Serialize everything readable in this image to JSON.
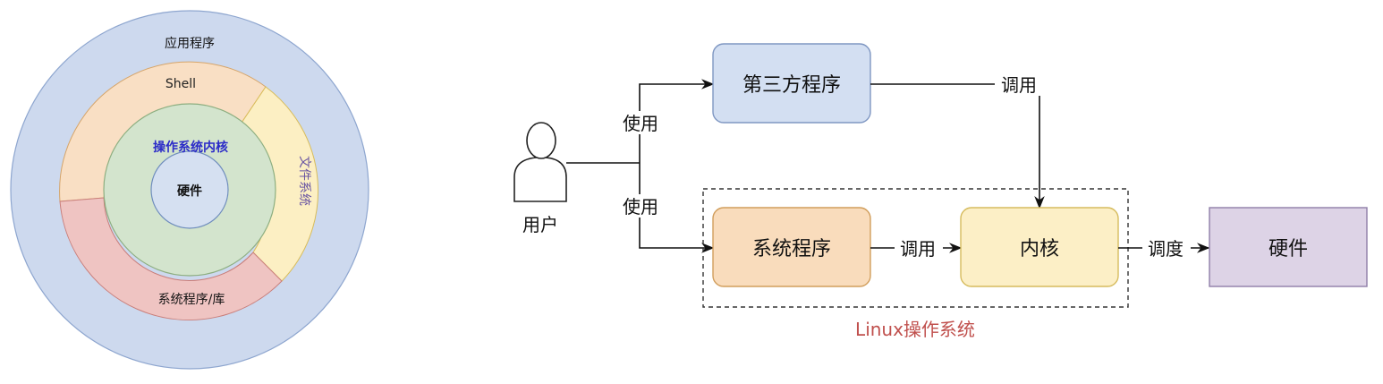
{
  "layers": {
    "app": "应用程序",
    "shell": "Shell",
    "fs": "文件系统",
    "syslib": "系统程序/库",
    "kernel": "操作系统内核",
    "hardware": "硬件"
  },
  "flow": {
    "user_label": "用户",
    "use_top": "使用",
    "use_bottom": "使用",
    "third_party": "第三方程序",
    "call_top": "调用",
    "system_programs": "系统程序",
    "call_mid": "调用",
    "kernel": "内核",
    "schedule": "调度",
    "hardware": "硬件",
    "linux_os": "Linux操作系统"
  },
  "colors": {
    "app_ring": "#cdd9ee",
    "shell_ring": "#f9dfc4",
    "fs_ring": "#fcefc3",
    "syslib_ring": "#efc4c2",
    "kernel_ring": "#d3e4cd",
    "hardware_core": "#d5e0f1",
    "kernel_text": "#2b2bc8",
    "fs_text": "#6a56a3",
    "third_party_box": "#d3dff2",
    "system_box": "#f9dcbc",
    "kernel_box": "#fcefc6",
    "hardware_box": "#ddd3e6",
    "linux_label": "#c0504d"
  }
}
